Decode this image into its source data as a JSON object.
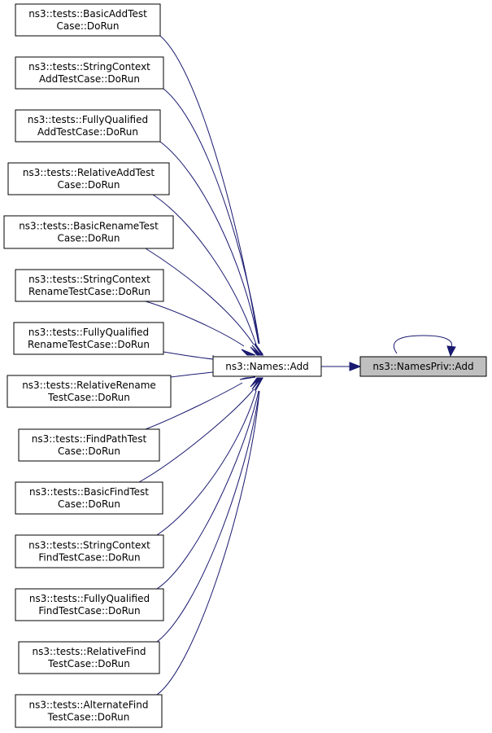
{
  "graph": {
    "edge_color": "#191970",
    "highlight_fill": "#bfbfbf",
    "callers": [
      {
        "id": "basic_add",
        "lines": [
          "ns3::tests::BasicAddTest",
          "Case::DoRun"
        ]
      },
      {
        "id": "string_context_add",
        "lines": [
          "ns3::tests::StringContext",
          "AddTestCase::DoRun"
        ]
      },
      {
        "id": "fully_qualified_add",
        "lines": [
          "ns3::tests::FullyQualified",
          "AddTestCase::DoRun"
        ]
      },
      {
        "id": "relative_add",
        "lines": [
          "ns3::tests::RelativeAddTest",
          "Case::DoRun"
        ]
      },
      {
        "id": "basic_rename",
        "lines": [
          "ns3::tests::BasicRenameTest",
          "Case::DoRun"
        ]
      },
      {
        "id": "string_context_rename",
        "lines": [
          "ns3::tests::StringContext",
          "RenameTestCase::DoRun"
        ]
      },
      {
        "id": "fully_qualified_rename",
        "lines": [
          "ns3::tests::FullyQualified",
          "RenameTestCase::DoRun"
        ]
      },
      {
        "id": "relative_rename",
        "lines": [
          "ns3::tests::RelativeRename",
          "TestCase::DoRun"
        ]
      },
      {
        "id": "find_path",
        "lines": [
          "ns3::tests::FindPathTest",
          "Case::DoRun"
        ]
      },
      {
        "id": "basic_find",
        "lines": [
          "ns3::tests::BasicFindTest",
          "Case::DoRun"
        ]
      },
      {
        "id": "string_context_find",
        "lines": [
          "ns3::tests::StringContext",
          "FindTestCase::DoRun"
        ]
      },
      {
        "id": "fully_qualified_find",
        "lines": [
          "ns3::tests::FullyQualified",
          "FindTestCase::DoRun"
        ]
      },
      {
        "id": "relative_find",
        "lines": [
          "ns3::tests::RelativeFind",
          "TestCase::DoRun"
        ]
      },
      {
        "id": "alternate_find",
        "lines": [
          "ns3::tests::AlternateFind",
          "TestCase::DoRun"
        ]
      }
    ],
    "middle": {
      "id": "names_add",
      "label": "ns3::Names::Add"
    },
    "target": {
      "id": "names_priv_add",
      "label": "ns3::NamesPriv::Add"
    }
  }
}
